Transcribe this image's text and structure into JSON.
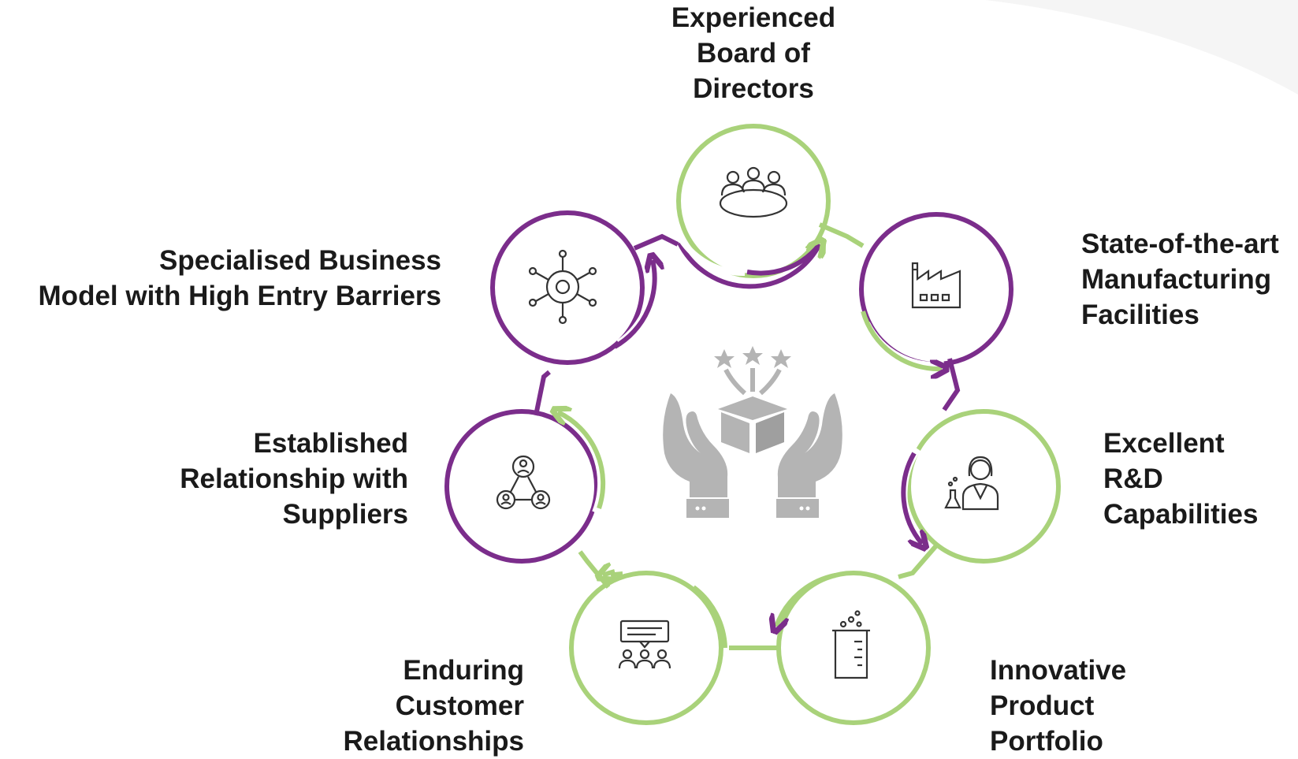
{
  "colors": {
    "purple": "#7b2d8b",
    "green": "#a9d27a",
    "icon": "#333333",
    "center_icon": "#b4b4b4",
    "background_accent": "#f4f4f4"
  },
  "center": {
    "icon": "gift-in-hands-icon"
  },
  "nodes": [
    {
      "id": "board",
      "label": "Experienced\nBoard of\nDirectors",
      "icon": "meeting-table-icon",
      "ring_color": "green"
    },
    {
      "id": "manufacturing",
      "label": "State-of-the-art\nManufacturing\nFacilities",
      "icon": "factory-icon",
      "ring_color": "purple"
    },
    {
      "id": "rnd",
      "label": "Excellent\nR&D\nCapabilities",
      "icon": "scientist-icon",
      "ring_color": "green"
    },
    {
      "id": "portfolio",
      "label": "Innovative\nProduct\nPortfolio",
      "icon": "beaker-icon",
      "ring_color": "green"
    },
    {
      "id": "customers",
      "label": "Enduring\nCustomer\nRelationships",
      "icon": "audience-chat-icon",
      "ring_color": "green"
    },
    {
      "id": "suppliers",
      "label": "Established\nRelationship with\nSuppliers",
      "icon": "network-people-icon",
      "ring_color": "purple"
    },
    {
      "id": "business",
      "label": "Specialised Business\nModel with High Entry Barriers",
      "icon": "hub-network-icon",
      "ring_color": "purple"
    }
  ]
}
